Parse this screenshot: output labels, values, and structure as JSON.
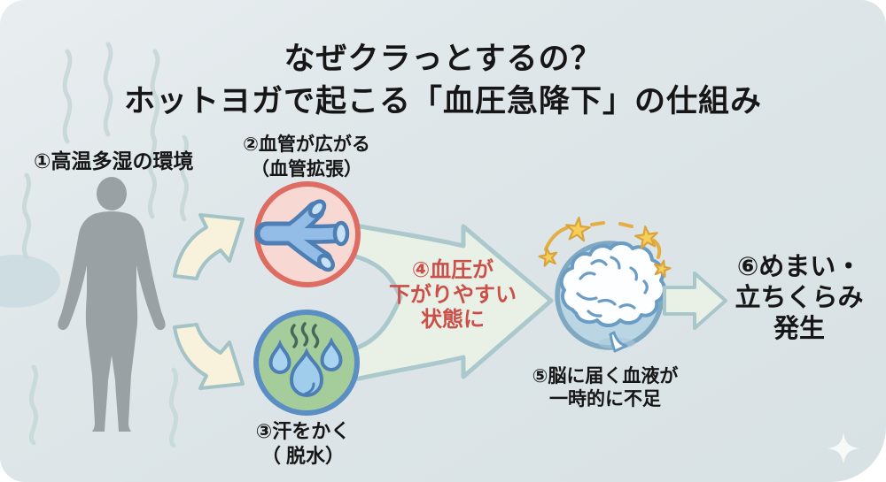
{
  "title": {
    "line1": "なぜクラっとするの？",
    "line2": "ホットヨガで起こる「血圧急降下」の仕組み"
  },
  "steps": {
    "env": {
      "label": "①高温多湿の環境"
    },
    "vasodilation": {
      "line1": "②血管が広がる",
      "line2": "（血管拡張）"
    },
    "sweat": {
      "line1": "③汗をかく",
      "line2": "（ 脱水）"
    },
    "bp_drop": {
      "line1": "④血圧が",
      "line2": "下がりやすい",
      "line3": "状態に"
    },
    "brain": {
      "line1": "⑤脳に届く血液が",
      "line2": "一時的に不足"
    },
    "result": {
      "line1": "⑥めまい・",
      "line2": "立ちくらみ",
      "line3": "発生"
    }
  },
  "icons": {
    "heat_waves": "steam-wave-icon",
    "person": "person-silhouette",
    "vessel": "dilated-blood-vessel-icon",
    "sweat_drops": "sweat-drops-icon",
    "steam": "steam-squiggle-icon",
    "brain": "brain-icon",
    "dizzy_stars": "dizzy-stars-icon",
    "sparkle": "sparkle-icon"
  },
  "colors": {
    "background": "#dde5e8",
    "title_text": "#161616",
    "label_text": "#161616",
    "accent_red_text": "#cb4f49",
    "vessel_circle_fill": "#f8d8d2",
    "vessel_circle_border": "#dd6c63",
    "vessel_blue": "#4d7fb5",
    "sweat_circle_fill": "#a5cd9c",
    "sweat_circle_border": "#5b8ec3",
    "brain_circle_fill": "#bad6e4",
    "brain_circle_border": "#7fa9c0",
    "funnel_arrow_fill": "#e9f1e6",
    "funnel_arrow_border": "#abc8cd",
    "curved_arrow_fill": "#f8f1db",
    "curved_arrow_border": "#a3c3c6",
    "star_yellow": "#f6cf5a",
    "silhouette_gray": "#9aa1a5",
    "wave_teal": "#c7d8d9"
  }
}
